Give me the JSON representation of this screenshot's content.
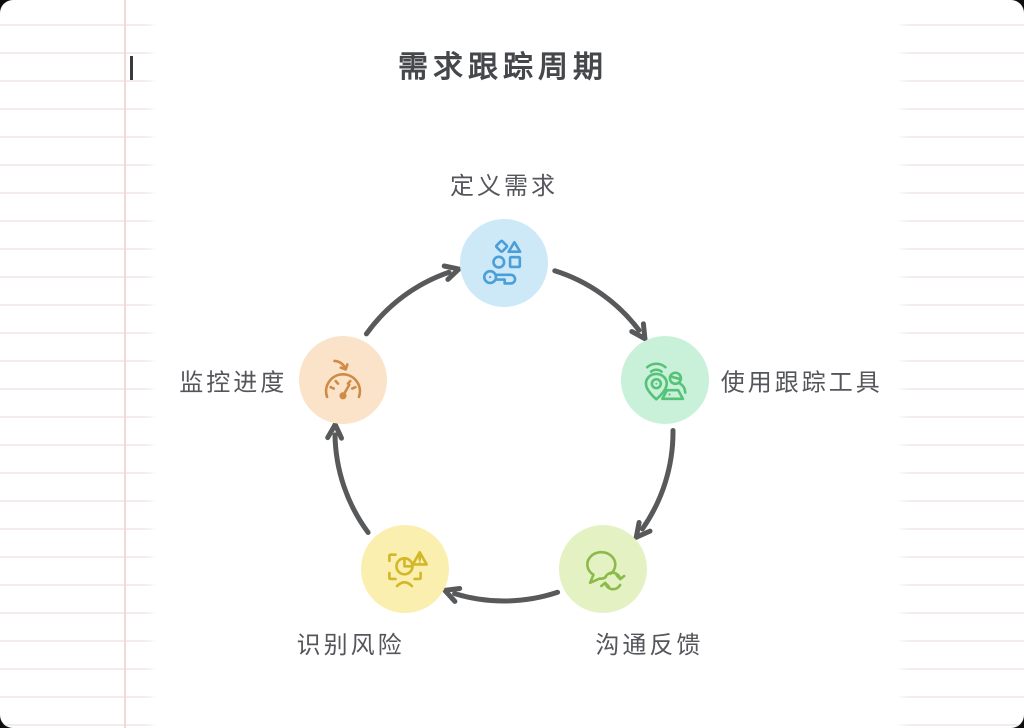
{
  "diagram": {
    "title": "需求跟踪周期",
    "type": "cycle",
    "flow_direction": "clockwise",
    "nodes": [
      {
        "label": "定义需求",
        "icon": "shapes-key-icon",
        "fill": "#cde8f7",
        "stroke": "#4a9fd8",
        "angle": -90,
        "label_placement": "above"
      },
      {
        "label": "使用跟踪工具",
        "icon": "location-tracking-icon",
        "fill": "#c9f0d9",
        "stroke": "#55c377",
        "angle": -18,
        "label_placement": "right"
      },
      {
        "label": "沟通反馈",
        "icon": "chat-refresh-icon",
        "fill": "#e4f2c3",
        "stroke": "#8cba4a",
        "angle": 54,
        "label_placement": "below-right"
      },
      {
        "label": "识别风险",
        "icon": "risk-scan-icon",
        "fill": "#faefae",
        "stroke": "#d2b728",
        "angle": 126,
        "label_placement": "below-left"
      },
      {
        "label": "监控进度",
        "icon": "gauge-icon",
        "fill": "#fae3c8",
        "stroke": "#d08a45",
        "angle": 198,
        "label_placement": "left"
      }
    ]
  },
  "colors": {
    "arrow": "#58595b",
    "title_text": "#46474b",
    "label_text": "#55565b",
    "ruled_line": "#f4ecec",
    "margin_line": "#f2d8d8"
  }
}
